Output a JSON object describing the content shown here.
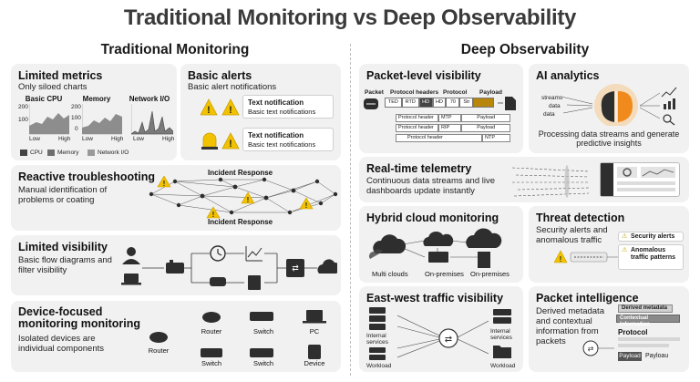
{
  "title": "Traditional Monitoring vs Deep Observability",
  "left_title": "Traditional Monitoring",
  "right_title": "Deep Observability",
  "limited_metrics": {
    "title": "Limited metrics",
    "subtitle": "Only siloed charts",
    "charts": [
      {
        "label": "Basic CPU",
        "ticks": [
          "200",
          "100"
        ],
        "low": "Low",
        "high": "High"
      },
      {
        "label": "Memory",
        "ticks": [
          "200",
          "100",
          "0"
        ],
        "low": "Low",
        "high": "High"
      },
      {
        "label": "Network I/O",
        "ticks": [],
        "low": "Low",
        "high": "High"
      }
    ],
    "legend": [
      "CPU",
      "Memory",
      "Network I/O"
    ]
  },
  "basic_alerts": {
    "title": "Basic alerts",
    "subtitle": "Basic alert notifications",
    "notifications": [
      {
        "title": "Text notification",
        "body": "Basic text notifications"
      },
      {
        "title": "Text notification",
        "body": "Basic text notifications"
      }
    ]
  },
  "reactive": {
    "title": "Reactive troubleshooting",
    "subtitle": "Manual identification of problems or coating",
    "top_label": "Incident Response",
    "bottom_label": "Incident Response"
  },
  "limited_visibility": {
    "title": "Limited visibility",
    "subtitle": "Basic flow diagrams and filter visibility"
  },
  "device_focused": {
    "title": "Device-focused monitoring monitoring",
    "subtitle": "Isolated devices are individual components",
    "devices": [
      "Router",
      "Router",
      "Switch",
      "PC",
      "Switch",
      "Switch",
      "Device"
    ]
  },
  "packet_visibility": {
    "title": "Packet-level visibility",
    "packet_label": "Packet",
    "header_labels": [
      "Protocol headers",
      "Protocol",
      "Payload"
    ],
    "top_fields": [
      "TED",
      "RTD",
      "HD",
      "HD",
      "70",
      "Str"
    ],
    "rows": [
      [
        "Protocol header",
        "MTP",
        "Payload"
      ],
      [
        "Protocol header",
        "RIP",
        "Payload"
      ],
      [
        "Protocol header",
        "NTP"
      ]
    ]
  },
  "ai_analytics": {
    "title": "AI analytics",
    "inputs": [
      "streams",
      "data",
      "data"
    ],
    "caption": "Processing data streams and generate predictive insights"
  },
  "telemetry": {
    "title": "Real-time telemetry",
    "subtitle": "Continuous data streams and live dashboards update instantly"
  },
  "hybrid": {
    "title": "Hybrid cloud monitoring",
    "labels": [
      "Multi clouds",
      "On-premises",
      "On-premises"
    ]
  },
  "threat": {
    "title": "Threat detection",
    "subtitle": "Security alerts and anomalous traffic",
    "alerts": [
      "Security alerts",
      "Anomalous traffic patterns"
    ]
  },
  "eastwest": {
    "title": "East-west traffic visibility",
    "left_labels": [
      "Internal services",
      "Workload"
    ],
    "right_labels": [
      "Internal services",
      "Workload"
    ]
  },
  "packet_intel": {
    "title": "Packet intelligence",
    "subtitle": "Derived metadata and contextual information from packets",
    "tags": [
      "Derived metadata",
      "Contextual Information"
    ],
    "protocol": "Protocol",
    "footer": [
      "Payload",
      "Payloau"
    ]
  },
  "colors": {
    "card_bg": "#f1f1f1",
    "alert_yellow": "#f2c200",
    "brain_orange": "#f08a1c",
    "dark": "#2e2e2e"
  }
}
